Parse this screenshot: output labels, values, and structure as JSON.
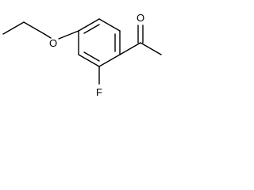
{
  "molecule": {
    "atoms": {
      "oxygen_ether": "O",
      "fluorine": "F",
      "oxygen_carbonyl": "O"
    }
  },
  "colors": {
    "bond": "#000000",
    "label": "#000000",
    "background": "#ffffff"
  }
}
